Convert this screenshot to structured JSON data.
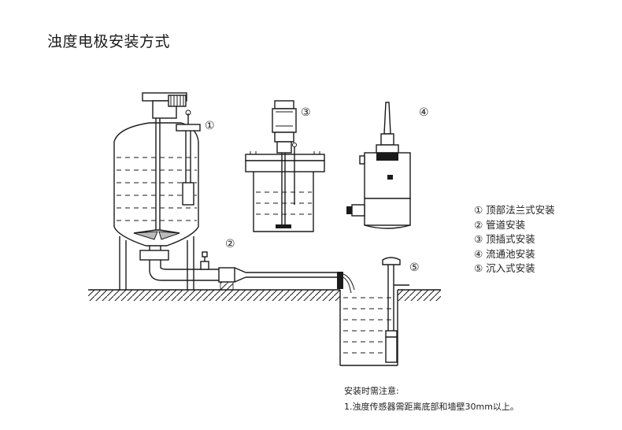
{
  "title": "浊度电极安装方式",
  "markers": [
    "①",
    "②",
    "③",
    "④",
    "⑤"
  ],
  "legend": [
    "① 顶部法兰式安装",
    "② 管道安装",
    "③ 顶插式安装",
    "④ 流通池安装",
    "⑤ 沉入式安装"
  ],
  "notes": {
    "heading": "安装时需注意:",
    "items": [
      "1.浊度传感器需距离底部和墙壁30mm以上。"
    ]
  }
}
